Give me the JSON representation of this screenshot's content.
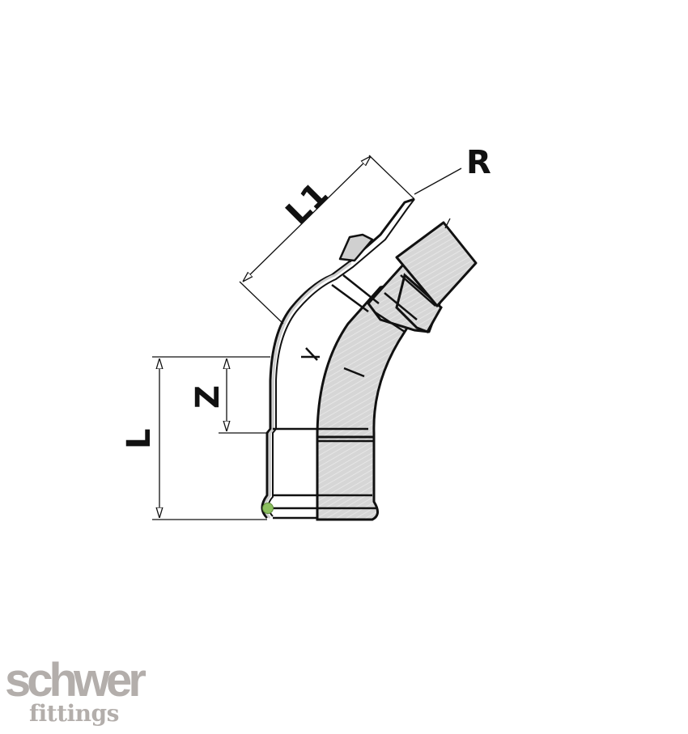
{
  "diagram": {
    "subject": "45-degree press-fit elbow with male thread",
    "dimension_labels": {
      "l1": "L1",
      "r": "R",
      "z": "Z",
      "l": "L"
    },
    "colors": {
      "outline": "#111111",
      "metal_fill": "#d4d4d4",
      "metal_highlight": "#eaeaea",
      "seal_ring": "#8dc060",
      "background": "#ffffff"
    }
  },
  "logo": {
    "brand": "schwer",
    "sub": "fittings",
    "color": "#b3aeab"
  }
}
